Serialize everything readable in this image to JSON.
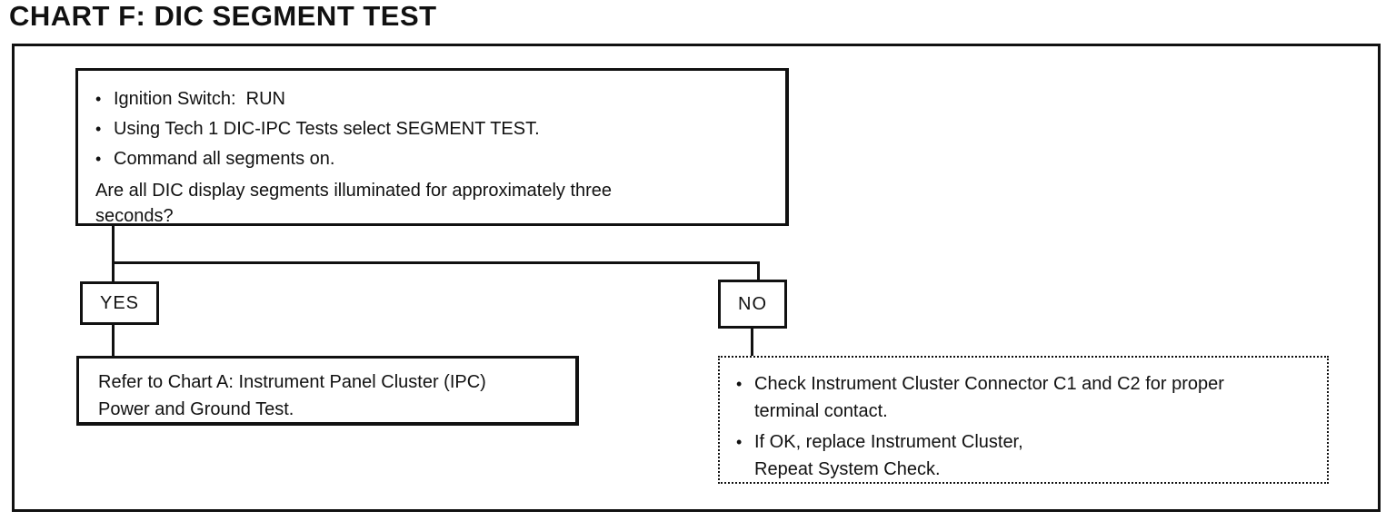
{
  "title": "CHART F: DIC SEGMENT TEST",
  "colors": {
    "ink": "#111111",
    "paper": "#ffffff"
  },
  "flowchart": {
    "bullet_glyph": "•",
    "start_box": {
      "bullets": [
        "Ignition Switch:  RUN",
        "Using Tech 1 DIC-IPC Tests select SEGMENT TEST.",
        "Command all segments on."
      ],
      "question": "Are all DIC display segments illuminated for approximately three\nseconds?"
    },
    "branches": {
      "yes_label": "YES",
      "no_label": "NO"
    },
    "yes_outcome": {
      "text": "Refer to Chart A: Instrument Panel Cluster (IPC)\nPower and Ground Test."
    },
    "no_outcome": {
      "bullets": [
        "Check Instrument Cluster Connector C1 and C2 for proper\nterminal contact.",
        "If OK, replace Instrument Cluster,\nRepeat System Check."
      ]
    }
  }
}
